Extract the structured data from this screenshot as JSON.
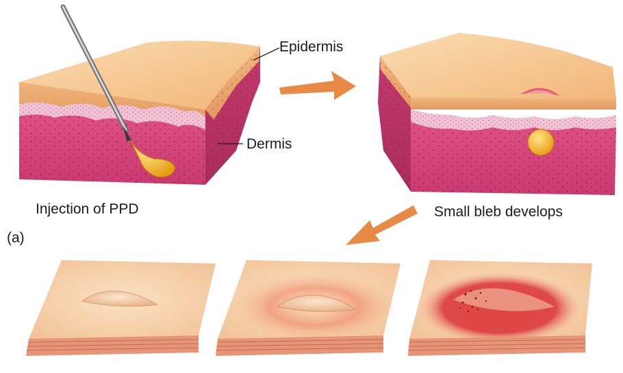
{
  "labels": {
    "epidermis": "Epidermis",
    "dermis": "Dermis",
    "injection": "Injection of PPD",
    "bleb": "Small bleb develops",
    "panel": "(a)"
  },
  "colors": {
    "epidermis_top": "#f6c487",
    "epidermis_side": "#e7a36c",
    "dermis": "#d8457a",
    "dermis_dark": "#b93466",
    "basement_band": "#f1c7d6",
    "arrow": "#e88a45",
    "fluid": "#f2b21b",
    "skin_light": "#f8d3ae",
    "reaction_red": "#d93a3a"
  },
  "icons": {
    "needle": "syringe-needle-icon",
    "arrow_right": "arrow-right-icon",
    "arrow_down_left": "arrow-down-left-icon"
  }
}
